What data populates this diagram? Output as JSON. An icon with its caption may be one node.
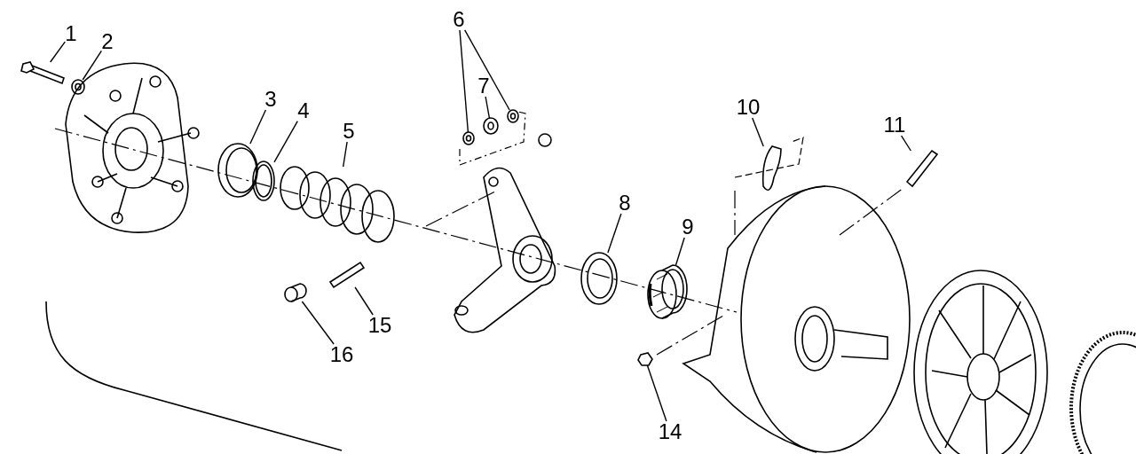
{
  "diagram": {
    "nodes": [
      {
        "text": [
          "1"
        ]
      },
      {
        "text": [
          "2"
        ]
      },
      {
        "text": [
          "3"
        ]
      },
      {
        "text": [
          "4"
        ]
      },
      {
        "text": [
          "5"
        ]
      },
      {
        "text": [
          "6"
        ]
      },
      {
        "text": [
          "7"
        ]
      },
      {
        "text": [
          "8"
        ]
      },
      {
        "text": [
          "9"
        ]
      },
      {
        "text": [
          "10"
        ]
      },
      {
        "text": [
          "11"
        ]
      },
      {
        "text": [
          "14"
        ]
      },
      {
        "text": [
          "15"
        ]
      },
      {
        "text": [
          "16"
        ]
      },
      {
        "text": [],
        "shape": "picture"
      },
      {
        "text": [],
        "shape": "picture"
      },
      {
        "text": [],
        "shape": "picture"
      },
      {
        "text": [],
        "shape": "picture"
      },
      {
        "text": [],
        "shape": "picture"
      },
      {
        "text": [],
        "shape": "picture"
      },
      {
        "text": [],
        "shape": "picture"
      },
      {
        "text": [],
        "shape": "picture"
      },
      {
        "text": [],
        "shape": "picture"
      },
      {
        "text": [],
        "shape": "picture"
      },
      {
        "text": [],
        "shape": "picture"
      },
      {
        "text": [],
        "shape": "picture"
      },
      {
        "text": [],
        "shape": "picture"
      },
      {
        "text": [],
        "shape": "picture"
      },
      {
        "text": [],
        "shape": "picture"
      }
    ],
    "edges": [
      {
        "from": 0,
        "to": 14,
        "arrow": "none"
      },
      {
        "from": 1,
        "to": 15,
        "arrow": "none"
      },
      {
        "from": 2,
        "to": 16,
        "arrow": "none"
      },
      {
        "from": 3,
        "to": 17,
        "arrow": "none"
      },
      {
        "from": 4,
        "to": 19,
        "arrow": "none"
      },
      {
        "from": 5,
        "to": 21,
        "arrow": "none"
      },
      {
        "from": 5,
        "to": 23,
        "arrow": "none"
      },
      {
        "from": 6,
        "to": 22,
        "arrow": "none"
      },
      {
        "from": 7,
        "to": 24,
        "arrow": "none"
      },
      {
        "from": 8,
        "to": 26,
        "arrow": "none"
      },
      {
        "from": 9,
        "to": 27,
        "arrow": "none"
      },
      {
        "from": 10,
        "to": 28,
        "arrow": "none"
      },
      {
        "from": 11,
        "to": 25,
        "arrow": "none"
      },
      {
        "from": 12,
        "to": 20,
        "arrow": "none"
      },
      {
        "from": 13,
        "to": 18,
        "arrow": "none"
      }
    ]
  }
}
